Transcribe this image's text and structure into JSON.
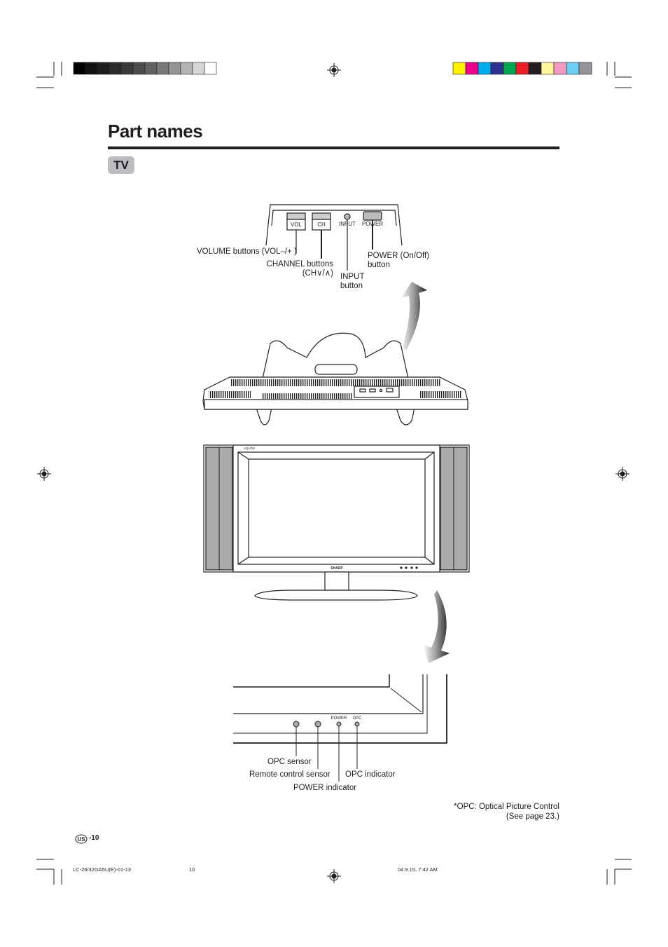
{
  "page": {
    "title": "Part names",
    "section": "TV",
    "page_number": "-10",
    "region_badge": "US"
  },
  "control_panel": {
    "labels": {
      "volume": "VOLUME buttons (VOL–/+ )",
      "channel_line1": "CHANNEL buttons",
      "channel_line2": "(CH∨/∧)",
      "input_line1": "INPUT",
      "input_line2": "button",
      "power_line1": "POWER (On/Off)",
      "power_line2": "button"
    },
    "printed": {
      "vol": "VOL",
      "ch": "CH",
      "input": "INPUT",
      "power": "POWER"
    }
  },
  "tv_front": {
    "brand": "SHARP",
    "model_mark": "AQUOS"
  },
  "indicator_panel": {
    "printed": {
      "power": "POWER",
      "opc": "OPC"
    },
    "labels": {
      "opc_sensor": "OPC sensor",
      "remote_sensor": "Remote control sensor",
      "opc_indicator": "OPC indicator",
      "power_indicator": "POWER indicator"
    }
  },
  "footnote": {
    "line1": "*OPC: Optical Picture Control",
    "line2": "(See page 23.)"
  },
  "print_slug": {
    "file": "LC-26/32GA5U(E)-01-13",
    "page": "10",
    "date": "04.9.15, 7:42 AM"
  },
  "colors": {
    "ink": "#231f20",
    "badge_gray": "#bcbdc0",
    "speaker_gray": "#aaaaaa",
    "color_bar": [
      "#fff200",
      "#ec008c",
      "#00aeef",
      "#2e3192",
      "#00a651",
      "#ed1c24",
      "#231f20",
      "#fff799",
      "#f49ac1",
      "#6dcff6",
      "#939598"
    ],
    "gray_bar": [
      "#000000",
      "#111111",
      "#1e1e1e",
      "#2b2b2b",
      "#3b3b3b",
      "#4d4d4d",
      "#626262",
      "#7a7a7a",
      "#959595",
      "#b4b4b4",
      "#d6d6d6",
      "#ffffff"
    ]
  }
}
